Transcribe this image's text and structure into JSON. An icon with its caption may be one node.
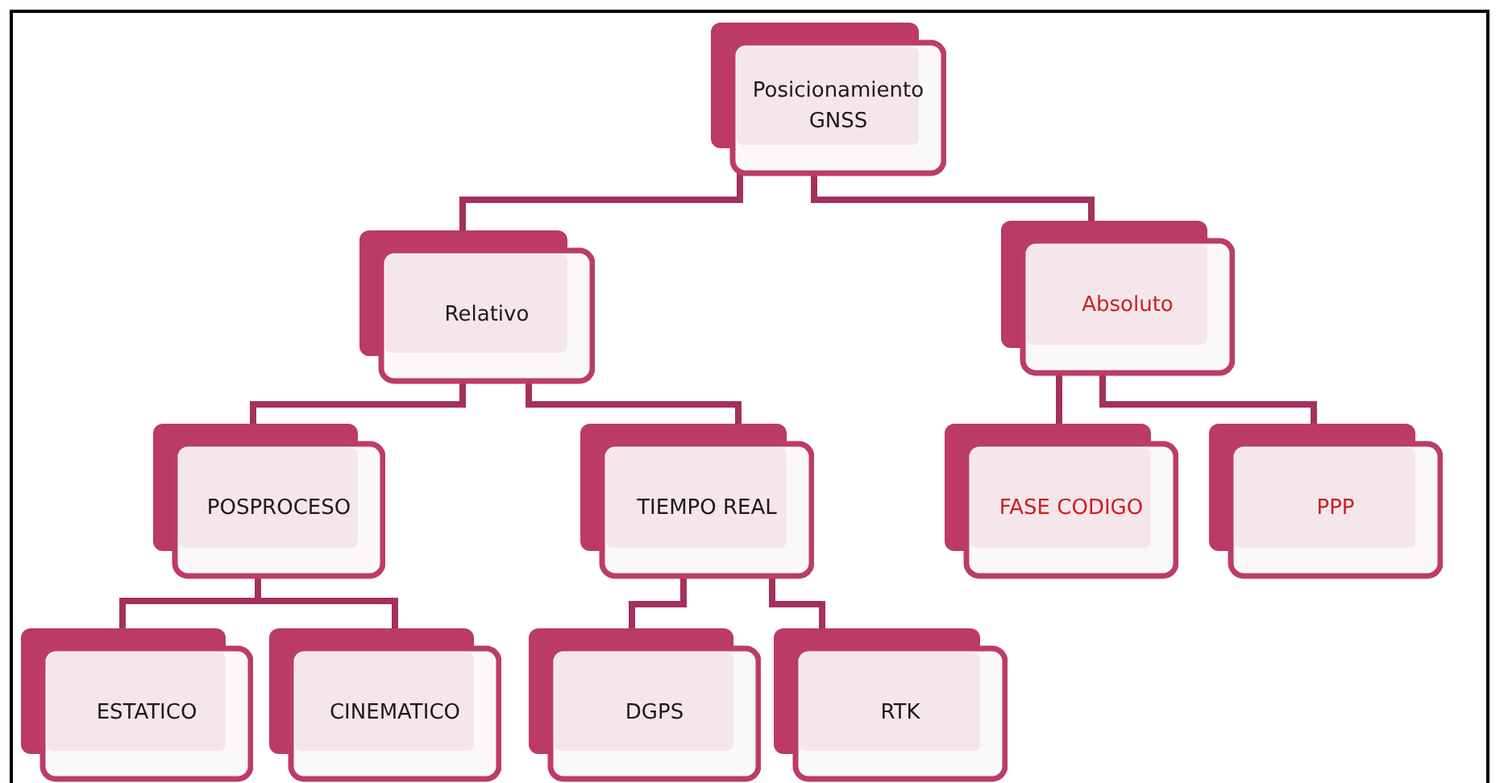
{
  "diagram": {
    "nodes": [
      {
        "text": [
          "Posicionamiento GNSS"
        ]
      },
      {
        "text": [
          "Relativo"
        ]
      },
      {
        "text": [
          "Absoluto"
        ]
      },
      {
        "text": [
          "POSPROCESO"
        ]
      },
      {
        "text": [
          "TIEMPO REAL"
        ]
      },
      {
        "text": [
          "FASE CODIGO"
        ]
      },
      {
        "text": [
          "PPP"
        ]
      },
      {
        "text": [
          "ESTATICO"
        ]
      },
      {
        "text": [
          "CINEMATICO"
        ]
      },
      {
        "text": [
          "DGPS"
        ]
      },
      {
        "text": [
          "RTK"
        ]
      }
    ],
    "edges": [
      {
        "from": 0,
        "to": 1,
        "arrow": "none"
      },
      {
        "from": 0,
        "to": 2,
        "arrow": "none"
      },
      {
        "from": 1,
        "to": 3,
        "arrow": "none"
      },
      {
        "from": 1,
        "to": 4,
        "arrow": "none"
      },
      {
        "from": 2,
        "to": 5,
        "arrow": "none"
      },
      {
        "from": 2,
        "to": 6,
        "arrow": "none"
      },
      {
        "from": 3,
        "to": 7,
        "arrow": "none"
      },
      {
        "from": 3,
        "to": 8,
        "arrow": "none"
      },
      {
        "from": 4,
        "to": 9,
        "arrow": "none"
      },
      {
        "from": 4,
        "to": 10,
        "arrow": "none"
      }
    ]
  }
}
